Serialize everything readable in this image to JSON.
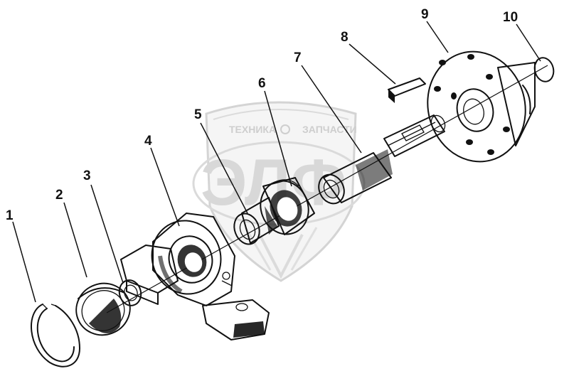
{
  "watermark": {
    "line_text_left": "ТЕХНИКА",
    "line_text_right": "ЗАПЧАСТИ",
    "emblem_letters": "ЭЛФ"
  },
  "callouts": [
    {
      "id": "1",
      "label": "1"
    },
    {
      "id": "2",
      "label": "2"
    },
    {
      "id": "3",
      "label": "3"
    },
    {
      "id": "4",
      "label": "4"
    },
    {
      "id": "5",
      "label": "5"
    },
    {
      "id": "6",
      "label": "6"
    },
    {
      "id": "7",
      "label": "7"
    },
    {
      "id": "8",
      "label": "8"
    },
    {
      "id": "9",
      "label": "9"
    },
    {
      "id": "10",
      "label": "10"
    }
  ]
}
